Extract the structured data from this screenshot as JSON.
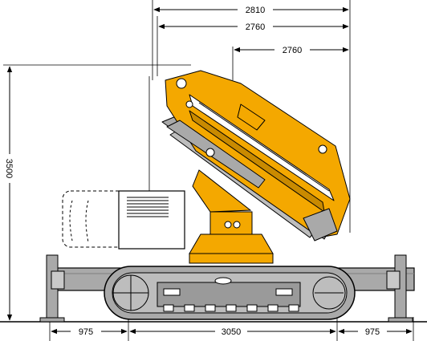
{
  "dimensions": {
    "reach_total": "2810",
    "reach_boom": "2760",
    "reach_inner": "2760",
    "height": "3500",
    "outrigger_left": "975",
    "track_length": "3050",
    "outrigger_right": "975"
  },
  "colors": {
    "crane_yellow": "#f4a800",
    "crane_yellow_dark": "#c98a00",
    "steel_grey": "#a9a9a9",
    "steel_grey_dark": "#7e7e7e",
    "line": "#000000"
  }
}
